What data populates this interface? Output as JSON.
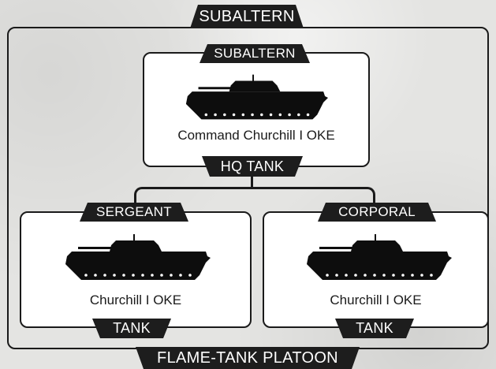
{
  "platoon": {
    "top_tag": "SUBALTERN",
    "bottom_tag": "FLAME-TANK PLATOON"
  },
  "hq": {
    "rank": "SUBALTERN",
    "name": "Command Churchill I OKE",
    "role": "HQ TANK",
    "icon": "tank-silhouette-icon"
  },
  "left": {
    "rank": "SERGEANT",
    "name": "Churchill I OKE",
    "role": "TANK",
    "icon": "tank-silhouette-icon"
  },
  "right": {
    "rank": "CORPORAL",
    "name": "Churchill I OKE",
    "role": "TANK",
    "icon": "tank-silhouette-icon"
  },
  "colors": {
    "tag_background": "#1d1d1d",
    "tag_text": "#ffffff",
    "card_background": "#ffffff",
    "page_background": "#e4e4e2"
  }
}
